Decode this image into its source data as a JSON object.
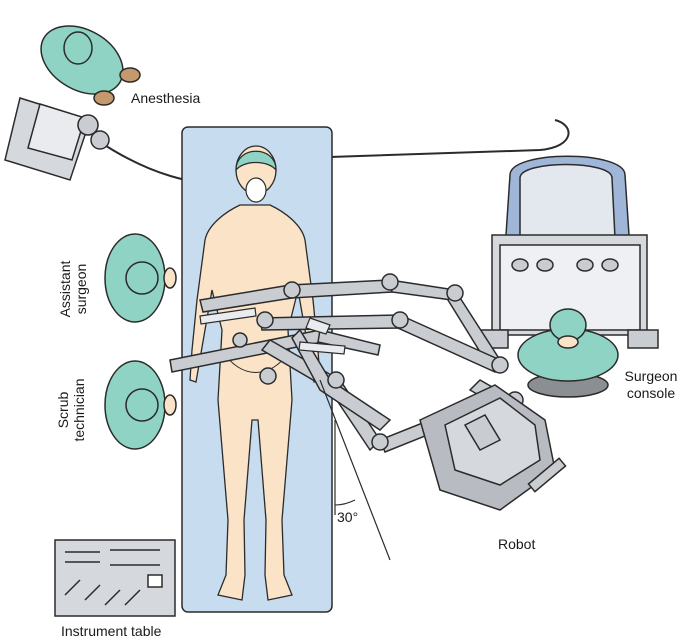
{
  "labels": {
    "anesthesia": "Anesthesia",
    "assistant_line1": "Assistant",
    "assistant_line2": "surgeon",
    "scrub_line1": "Scrub",
    "scrub_line2": "technician",
    "surgeon_line1": "Surgeon",
    "surgeon_line2": "console",
    "robot": "Robot",
    "angle": "30°",
    "instrument_table": "Instrument table"
  },
  "colors": {
    "scrubs": "#8fd3c4",
    "table_blue": "#c7ddef",
    "skin": "#fbe3c8",
    "robot_gray": "#c9cdd2",
    "console_blue": "#9fb6d8",
    "outline": "#2b2b2b"
  }
}
